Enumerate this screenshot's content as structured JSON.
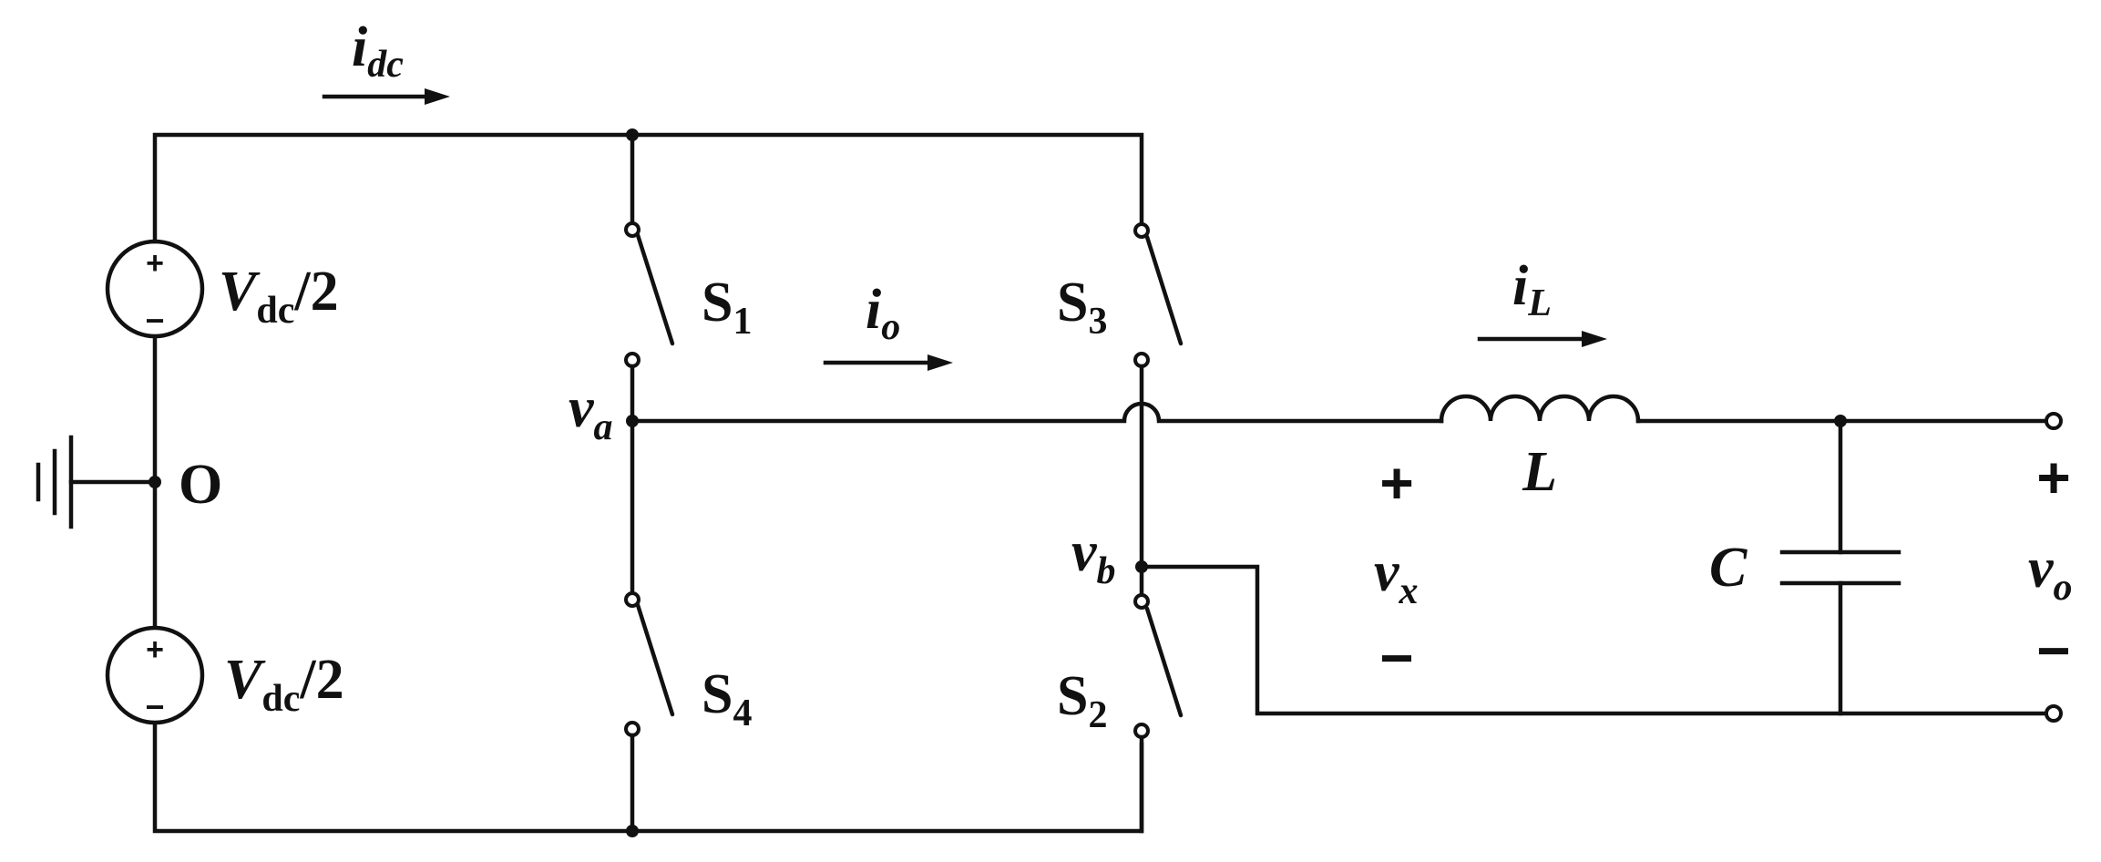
{
  "labels": {
    "idc": {
      "main": "i",
      "sub": "dc"
    },
    "io": {
      "main": "i",
      "sub": "o"
    },
    "iL": {
      "main": "i",
      "sub": "L"
    },
    "vsrc_top": {
      "main": "V",
      "sub": "dc",
      "tail": "/2"
    },
    "vsrc_bot": {
      "main": "V",
      "sub": "dc",
      "tail": "/2"
    },
    "node_o": "O",
    "s1": {
      "main": "S",
      "sub": "1"
    },
    "s2": {
      "main": "S",
      "sub": "2"
    },
    "s3": {
      "main": "S",
      "sub": "3"
    },
    "s4": {
      "main": "S",
      "sub": "4"
    },
    "va": {
      "main": "v",
      "sub": "a"
    },
    "vb": {
      "main": "v",
      "sub": "b"
    },
    "vx": {
      "main": "v",
      "sub": "x"
    },
    "vo": {
      "main": "v",
      "sub": "o"
    },
    "inductor": "L",
    "capacitor": "C",
    "plus": "+",
    "minus": "−"
  }
}
